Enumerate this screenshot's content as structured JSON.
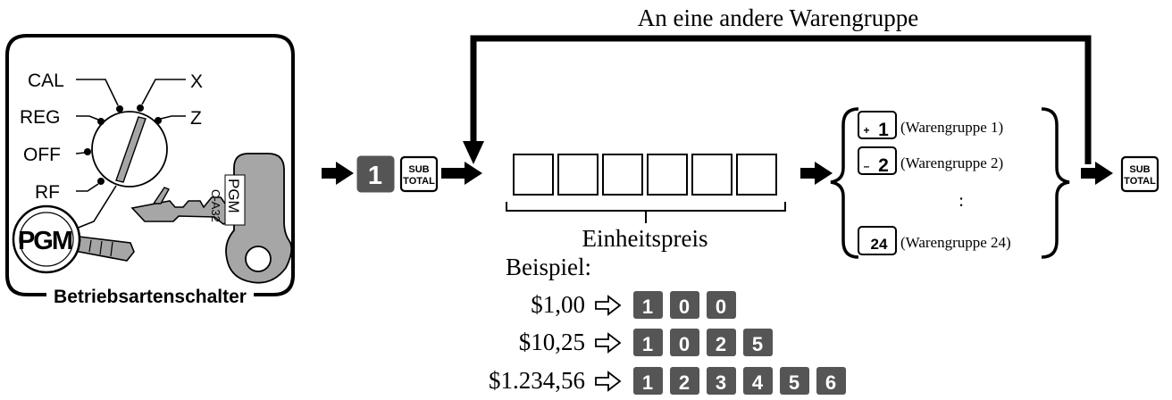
{
  "loop_label": "An eine andere Warengruppe",
  "mode_switch": {
    "positions": [
      "CAL",
      "X",
      "REG",
      "Z",
      "OFF",
      "RF",
      "PGM"
    ],
    "caption": "Betriebsartenschalter",
    "key_labels": [
      "PGM",
      "C-A32"
    ]
  },
  "sequence": {
    "key_1": "1",
    "subtotal_key": [
      "SUB",
      "TOTAL"
    ],
    "price_label": "Einheitspreis"
  },
  "departments": [
    {
      "key_prefix": "+",
      "key": "1",
      "label": "(Warengruppe 1)"
    },
    {
      "key_prefix": "–",
      "key": "2",
      "label": "(Warengruppe 2)"
    },
    {
      "key_prefix": "",
      "key": ":",
      "label": ""
    },
    {
      "key_prefix": "",
      "key": "24",
      "label": "(Warengruppe 24)"
    }
  ],
  "example": {
    "title": "Beispiel:",
    "rows": [
      {
        "amount": "$1,00",
        "keys": [
          "1",
          "0",
          "0"
        ]
      },
      {
        "amount": "$10,25",
        "keys": [
          "1",
          "0",
          "2",
          "5"
        ]
      },
      {
        "amount": "$1.234,56",
        "keys": [
          "1",
          "2",
          "3",
          "4",
          "5",
          "6"
        ]
      }
    ]
  },
  "colors": {
    "key_fill": "#555555",
    "key_gray": "#a6a6a6",
    "text": "#000000",
    "background": "#ffffff"
  }
}
